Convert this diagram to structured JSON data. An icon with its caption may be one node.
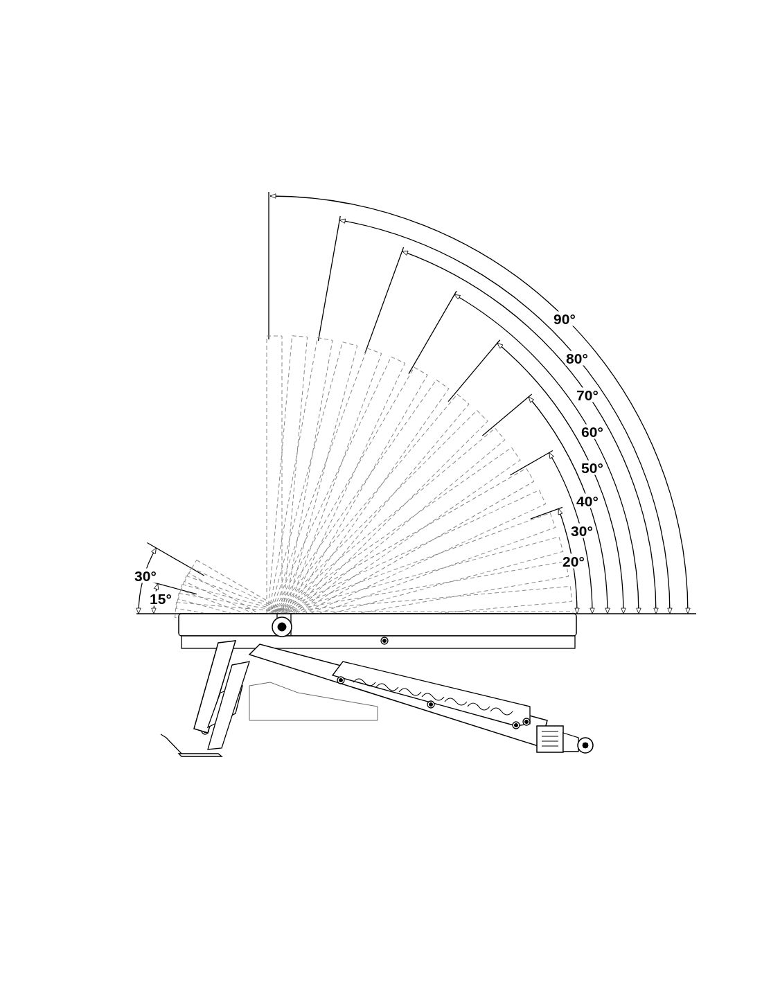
{
  "diagram": {
    "labels": [
      "90°",
      "80°",
      "70°",
      "60°",
      "50°",
      "40°",
      "30°",
      "20°",
      "30°",
      "15°"
    ]
  }
}
